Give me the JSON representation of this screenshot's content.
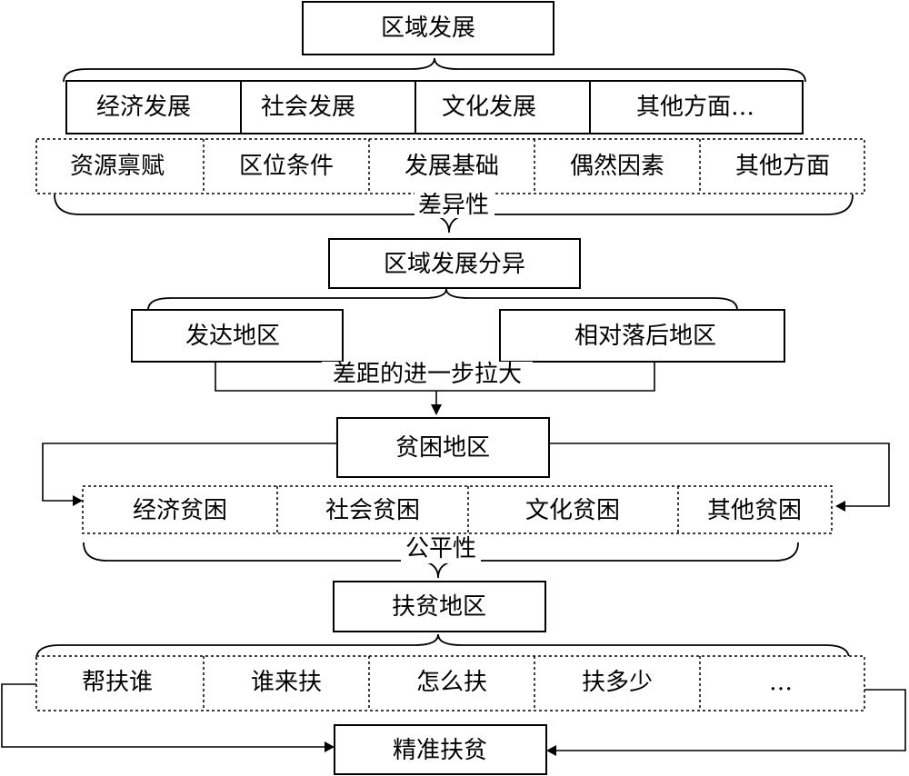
{
  "top_box": "区域发展",
  "aspects": [
    "经济发展",
    "社会发展",
    "文化发展",
    "其他方面…"
  ],
  "factors": [
    "资源禀赋",
    "区位条件",
    "发展基础",
    "偶然因素",
    "其他方面"
  ],
  "difference_label": "差异性",
  "divergence_box": "区域发展分异",
  "developed_region": "发达地区",
  "backward_region": "相对落后地区",
  "gap_label": "差距的进一步拉大",
  "poverty_box": "贫困地区",
  "poverty_types": [
    "经济贫困",
    "社会贫困",
    "文化贫困",
    "其他贫困"
  ],
  "fairness_label": "公平性",
  "aid_box": "扶贫地区",
  "aid_questions": [
    "帮扶谁",
    "谁来扶",
    "怎么扶",
    "扶多少",
    "…"
  ],
  "result_box": "精准扶贫"
}
